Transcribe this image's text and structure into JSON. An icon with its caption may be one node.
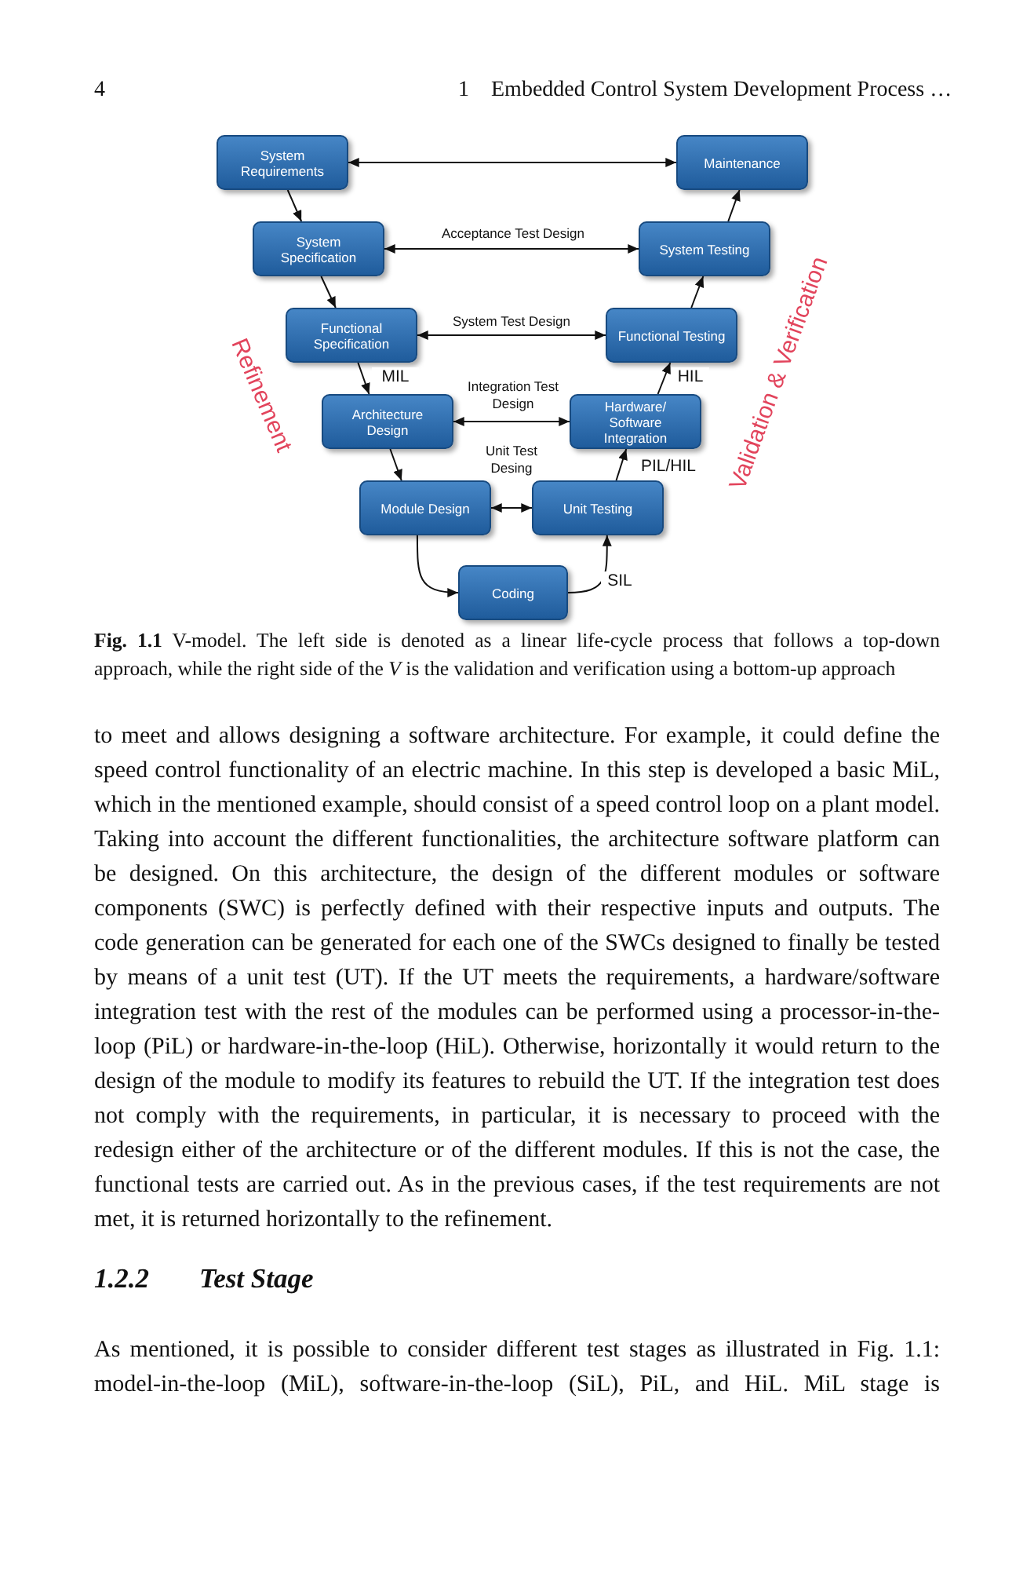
{
  "diagram": {
    "caption": "**Fig. 1.1** V-model. The left side is denoted as a linear life-cycle process that follows a top-down approach, while the right side of the *V* is the validation and verification using a bottom-up approach",
    "nodes": [
      {
        "text": [
          "System Requirements"
        ]
      },
      {
        "text": [
          "Maintenance"
        ]
      },
      {
        "text": [
          "System Specification"
        ]
      },
      {
        "text": [
          "System Testing"
        ]
      },
      {
        "text": [
          "Functional Specification"
        ]
      },
      {
        "text": [
          "Functional Testing"
        ]
      },
      {
        "text": [
          "Architecture Design"
        ]
      },
      {
        "text": [
          "Hardware/ Software Integration"
        ]
      },
      {
        "text": [
          "Module Design"
        ]
      },
      {
        "text": [
          "Unit Testing"
        ]
      },
      {
        "text": [
          "Coding"
        ]
      }
    ],
    "edges": [
      {
        "from": 0,
        "to": 1,
        "arrow": "both"
      },
      {
        "from": 2,
        "to": 3,
        "arrow": "both",
        "label": "Acceptance Test Design"
      },
      {
        "from": 4,
        "to": 5,
        "arrow": "both",
        "label": "System Test Design"
      },
      {
        "from": 6,
        "to": 7,
        "arrow": "both",
        "label": "Integration Test Design"
      },
      {
        "from": 8,
        "to": 9,
        "arrow": "both",
        "label": "Unit Test Desing"
      },
      {
        "from": 0,
        "to": 2,
        "arrow": "to"
      },
      {
        "from": 2,
        "to": 4,
        "arrow": "to"
      },
      {
        "from": 4,
        "to": 6,
        "arrow": "to",
        "label": "MIL"
      },
      {
        "from": 6,
        "to": 8,
        "arrow": "to"
      },
      {
        "from": 8,
        "to": 10,
        "arrow": "to"
      },
      {
        "from": 10,
        "to": 9,
        "arrow": "to",
        "label": "SIL"
      },
      {
        "from": 9,
        "to": 7,
        "arrow": "to",
        "label": "PIL/HIL"
      },
      {
        "from": 7,
        "to": 5,
        "arrow": "to",
        "label": "HIL"
      },
      {
        "from": 5,
        "to": 3,
        "arrow": "to"
      },
      {
        "from": 3,
        "to": 1,
        "arrow": "to"
      }
    ],
    "labels": [
      "4",
      "1",
      "Embedded Control System Development Process …",
      "Refinement",
      "Validation & Verification",
      "to meet and allows designing a software architecture. For example, it could define the speed control functionality of an electric machine. In this step is developed a basic MiL, which in the mentioned example, should consist of a speed control loop on a plant model. Taking into account the different functionalities, the architecture software platform can be designed. On this architecture, the design of the different modules or software components (SWC) is perfectly defined with their respective inputs and outputs. The code generation can be generated for each one of the SWCs designed to finally be tested by means of a unit test (UT). If the UT meets the requirements, a hardware/software integration test with the rest of the modules can be performed using a processor-in-the-loop (PiL) or hardware-in-the-loop (HiL). Otherwise, horizontally it would return to the design of the module to modify its features to rebuild the UT. If the integration test does not comply with the requirements, in particular, it is necessary to proceed with the redesign either of the architecture or of the different modules. If this is not the case, the functional tests are carried out. As in the previous cases, if the test requirements are not met, it is returned horizontally to the refinement.",
      "1.2.2",
      "Test Stage",
      "As mentioned, it is possible to consider different test stages as illustrated in Fig. 1.1: model-in-the-loop (MiL), software-in-the-loop (SiL), PiL, and HiL. MiL stage is"
    ]
  }
}
